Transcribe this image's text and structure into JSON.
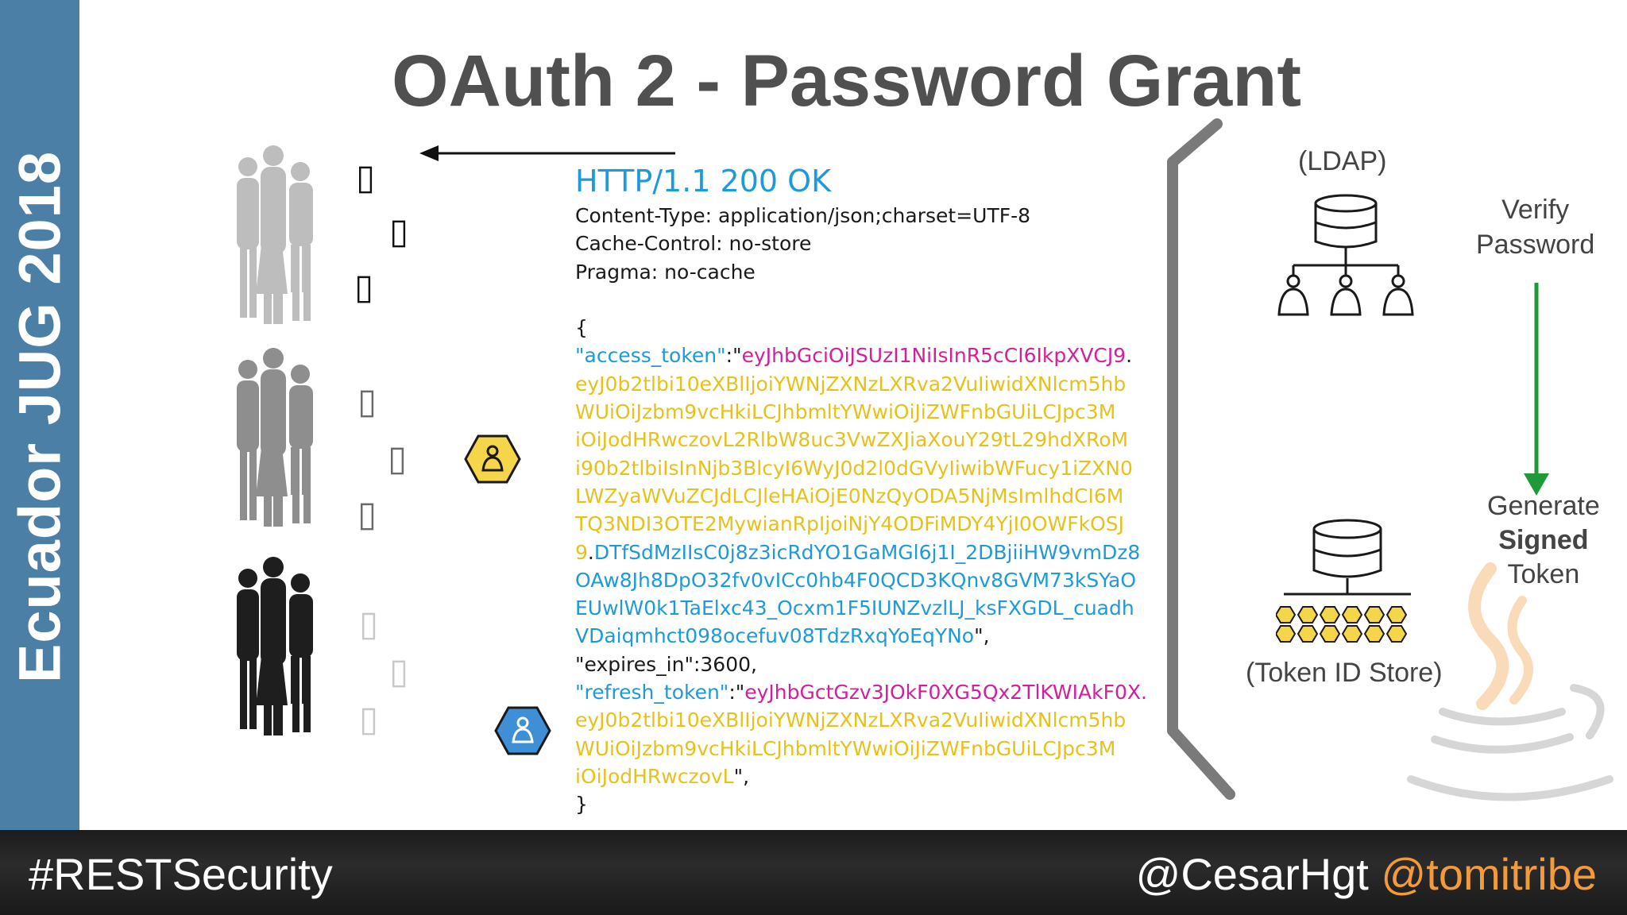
{
  "sidebar": {
    "text": "Ecuador JUG 2018"
  },
  "slide": {
    "title": "OAuth 2 - Password Grant"
  },
  "response": {
    "status": "HTTP/1.1 200 OK",
    "headers": [
      "Content-Type: application/json;charset=UTF-8",
      "Cache-Control: no-store",
      "Pragma: no-cache"
    ],
    "open_brace": "{",
    "access_token_key": "\"access_token\"",
    "colon_quote": ":\"",
    "access_token_header": "eyJhbGciOiJSUzI1NiIsInR5cCI6IkpXVCJ9",
    "dot": ".",
    "access_token_payload": [
      "eyJ0b2tlbi10eXBlIjoiYWNjZXNzLXRva2VuIiwidXNlcm5hb",
      "WUiOiJzbm9vcHkiLCJhbmltYWwiOiJiZWFnbGUiLCJpc3M",
      "iOiJodHRwczovL2RlbW8uc3VwZXJiaXouY29tL29hdXRoM",
      "i90b2tlbiIsInNjb3BlcyI6WyJ0d2l0dGVyIiwibWFucy1iZXN0",
      "LWZyaWVuZCJdLCJleHAiOjE0NzQyODA5NjMsImlhdCI6M",
      "TQ3NDI3OTE2MywianRpIjoiNjY4ODFiMDY4YjI0OWFkOSJ"
    ],
    "access_token_payload_end": "9",
    "access_token_signature_first": "DTfSdMzIIsC0j8z3icRdYO1GaMGl6j1I_2DBjiiHW9vmDz8",
    "access_token_signature": [
      "OAw8Jh8DpO32fv0vICc0hb4F0QCD3KQnv8GVM73kSYaO",
      "EUwlW0k1TaElxc43_Ocxm1F5IUNZvzlLJ_ksFXGDL_cuadh"
    ],
    "access_token_signature_end": "VDaiqmhct098ocefuv08TdzRxqYoEqYNo",
    "quote_comma": "\",",
    "expires_line": "\"expires_in\":3600,",
    "refresh_token_key": "\"refresh_token\"",
    "refresh_token_header": "eyJhbGctGzv3JOkF0XG5Qx2TlKWIAkF0X.",
    "refresh_token_payload": [
      "eyJ0b2tlbi10eXBlIjoiYWNjZXNzLXRva2VuIiwidXNlcm5hb",
      "WUiOiJzbm9vcHkiLCJhbmltYWwiOiJiZWFnbGUiLCJpc3M"
    ],
    "refresh_token_payload_end": "iOiJodHRwczovL",
    "close_brace": "}"
  },
  "server": {
    "ldap_label": "(LDAP)",
    "verify_label_1": "Verify",
    "verify_label_2": "Password",
    "generate_label_1": "Generate",
    "generate_label_2": "Signed",
    "generate_label_3": "Token",
    "token_store_label": "(Token ID Store)"
  },
  "footer": {
    "hashtag": "#RESTSecurity",
    "handle_1": "@CesarHgt",
    "handle_2": "@tomitribe"
  },
  "colors": {
    "sidebar": "#4b7fa6",
    "title": "#505050",
    "json_key_blue": "#1e9ad6",
    "jwt_header_magenta": "#d0209a",
    "jwt_payload_yellow": "#e5c21a",
    "verify_arrow_green": "#1f9a3a",
    "footer_handle_orange": "#f39a3a"
  }
}
